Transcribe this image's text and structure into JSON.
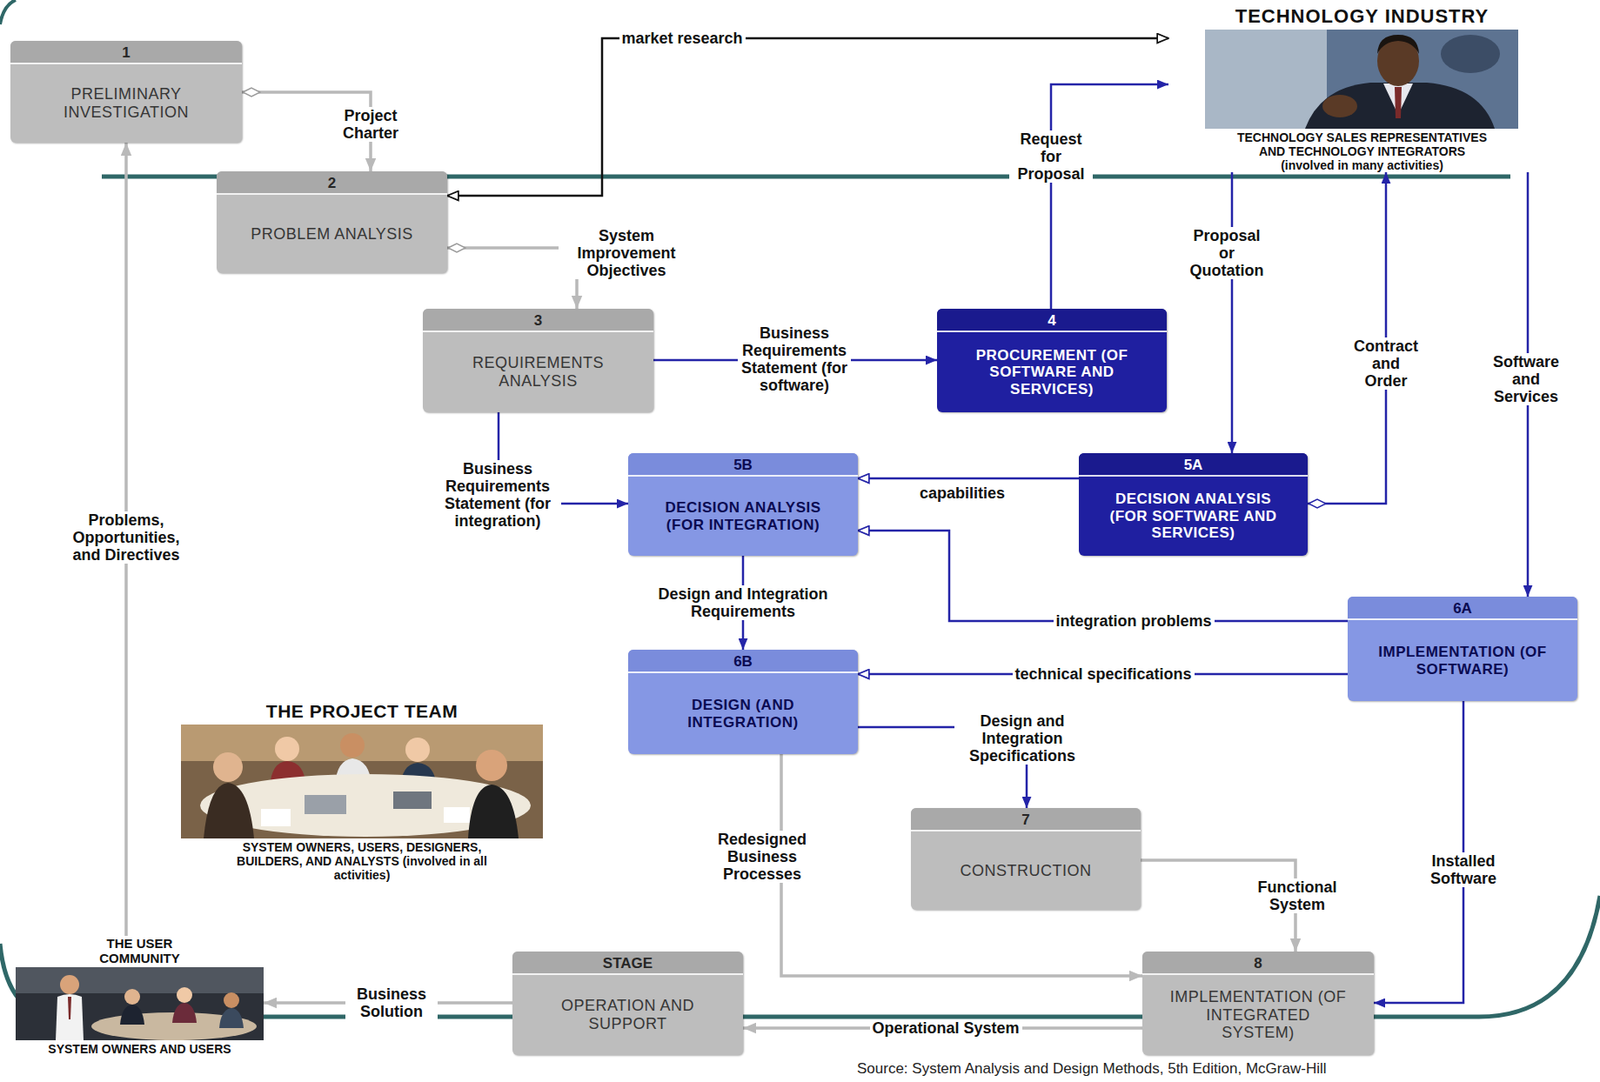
{
  "diagram": {
    "nodes": [
      {
        "text": [
          "1",
          "PRELIMINARY INVESTIGATION"
        ]
      },
      {
        "text": [
          "TECHNOLOGY INDUSTRY",
          "TECHNOLOGY SALES REPRESENTATIVES AND TECHNOLOGY INTEGRATORS (involved in many activities)"
        ]
      },
      {
        "text": [
          "2",
          "PROBLEM ANALYSIS"
        ]
      },
      {
        "text": [
          "3",
          "REQUIREMENTS ANALYSIS"
        ]
      },
      {
        "text": [
          "4",
          "PROCUREMENT (OF SOFTWARE AND SERVICES)"
        ]
      },
      {
        "text": [
          "5B",
          "DECISION ANALYSIS (FOR INTEGRATION)"
        ]
      },
      {
        "text": [
          "5A",
          "DECISION ANALYSIS (FOR SOFTWARE AND SERVICES)"
        ]
      },
      {
        "text": [
          "6A",
          "IMPLEMENTATION (OF SOFTWARE)"
        ]
      },
      {
        "text": [
          "6B",
          "DESIGN (AND INTEGRATION)"
        ]
      },
      {
        "text": [
          "THE PROJECT TEAM",
          "SYSTEM OWNERS, USERS, DESIGNERS, BUILDERS, AND ANALYSTS (involved in all activities)"
        ]
      },
      {
        "text": [
          "7",
          "CONSTRUCTION"
        ]
      },
      {
        "text": [
          "THE USER COMMUNITY",
          "SYSTEM OWNERS AND USERS"
        ]
      },
      {
        "text": [
          "STAGE",
          "OPERATION AND SUPPORT"
        ]
      },
      {
        "text": [
          "8",
          "IMPLEMENTATION (OF INTEGRATED SYSTEM)"
        ]
      }
    ],
    "edges": [
      {
        "from": 0,
        "to": 2,
        "label": "Project Charter",
        "arrow": "to"
      },
      {
        "from": 2,
        "to": 1,
        "label": "market research",
        "arrow": "both"
      },
      {
        "from": 2,
        "to": 3,
        "label": "System Improvement Objectives",
        "arrow": "to"
      },
      {
        "from": 3,
        "to": 4,
        "label": "Business Requirements Statement (for software)",
        "arrow": "to"
      },
      {
        "from": 3,
        "to": 5,
        "label": "Business Requirements Statement (for integration)",
        "arrow": "to"
      },
      {
        "from": 4,
        "to": 1,
        "label": "Request for Proposal",
        "arrow": "to"
      },
      {
        "from": 1,
        "to": 6,
        "label": "Proposal or Quotation",
        "arrow": "to"
      },
      {
        "from": 6,
        "to": 1,
        "label": "Contract and Order",
        "arrow": "to"
      },
      {
        "from": 1,
        "to": 7,
        "label": "Software and Services",
        "arrow": "to"
      },
      {
        "from": 6,
        "to": 5,
        "label": "capabilities",
        "arrow": "to"
      },
      {
        "from": 7,
        "to": 5,
        "label": "integration problems",
        "arrow": "to"
      },
      {
        "from": 5,
        "to": 8,
        "label": "Design and Integration Requirements",
        "arrow": "to"
      },
      {
        "from": 7,
        "to": 8,
        "label": "technical specifications",
        "arrow": "to"
      },
      {
        "from": 8,
        "to": 10,
        "label": "Design and Integration Specifications",
        "arrow": "to"
      },
      {
        "from": 8,
        "to": 13,
        "label": "Redesigned Business Processes",
        "arrow": "to"
      },
      {
        "from": 10,
        "to": 13,
        "label": "Functional System",
        "arrow": "to"
      },
      {
        "from": 7,
        "to": 13,
        "label": "Installed Software",
        "arrow": "to"
      },
      {
        "from": 13,
        "to": 12,
        "label": "Operational System",
        "arrow": "to"
      },
      {
        "from": 12,
        "to": 11,
        "label": "Business Solution",
        "arrow": "to"
      },
      {
        "from": 11,
        "to": 0,
        "label": "Problems, Opportunities, and Directives",
        "arrow": "to"
      }
    ],
    "labels": [
      "Source: System Analysis and Design Methods, 5th Edition, McGraw-Hill"
    ]
  }
}
